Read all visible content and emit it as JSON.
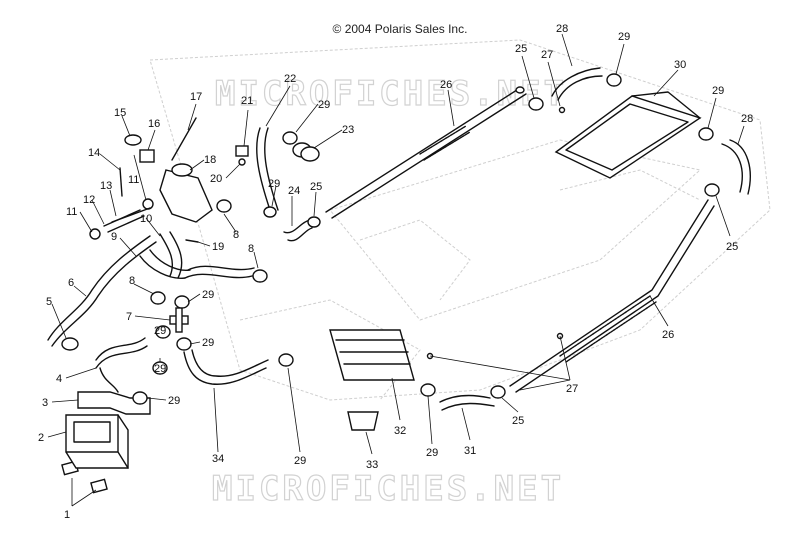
{
  "copyright": "© 2004 Polaris Sales Inc.",
  "watermark_text": "MICROFICHES.NET",
  "callouts": [
    "1",
    "2",
    "3",
    "4",
    "5",
    "6",
    "7",
    "8",
    "9",
    "10",
    "11",
    "12",
    "13",
    "14",
    "15",
    "16",
    "17",
    "18",
    "19",
    "20",
    "21",
    "22",
    "23",
    "24",
    "25",
    "26",
    "27",
    "28",
    "29",
    "30",
    "31",
    "32",
    "33",
    "34"
  ]
}
